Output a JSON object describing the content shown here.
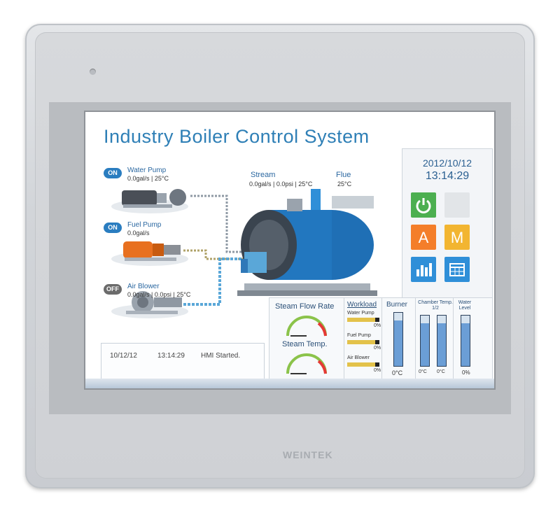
{
  "app": {
    "title": "Industry Boiler Control System",
    "date": "2012/10/12",
    "time": "13:14:29",
    "brand": "WEINTEK"
  },
  "devices": [
    {
      "name": "Water Pump",
      "state": "ON",
      "reading": "0.0gal/s | 25°C"
    },
    {
      "name": "Fuel Pump",
      "state": "ON",
      "reading": "0.0gal/s"
    },
    {
      "name": "Air Blower",
      "state": "OFF",
      "reading": "0.0gal/s | 0.0psi | 25°C"
    }
  ],
  "stream": {
    "label": "Stream",
    "reading": "0.0gal/s | 0.0psi | 25°C"
  },
  "flue": {
    "label": "Flue",
    "reading": "25°C"
  },
  "tiles": {
    "a_label": "A",
    "m_label": "M"
  },
  "log": {
    "date": "10/12/12",
    "time": "13:14:29",
    "message": "HMI Started."
  },
  "gauges": {
    "flow_label": "Steam Flow Rate",
    "temp_label": "Steam Temp."
  },
  "workload": {
    "title": "Workload",
    "items": [
      {
        "label": "Water Pump",
        "value": "0%"
      },
      {
        "label": "Fuel Pump",
        "value": "0%"
      },
      {
        "label": "Air Blower",
        "value": "0%"
      }
    ]
  },
  "burner": {
    "title": "Burner",
    "value": "0°C",
    "level": 0.85
  },
  "chamber": {
    "title": "Chamber Temp. 1/2",
    "value1": "0°C",
    "value2": "0°C",
    "level1": 0.85,
    "level2": 0.85
  },
  "water_level": {
    "title": "Water Level",
    "value": "0%",
    "level": 0.85
  },
  "colors": {
    "title_blue": "#2e7fb6",
    "power_green": "#4caf50",
    "auto_orange": "#f47e2a",
    "manual_yellow": "#f2b531",
    "chart_blue": "#2f8fd8",
    "pill_on": "#2a7dc0",
    "pill_off": "#6b6b6b"
  }
}
